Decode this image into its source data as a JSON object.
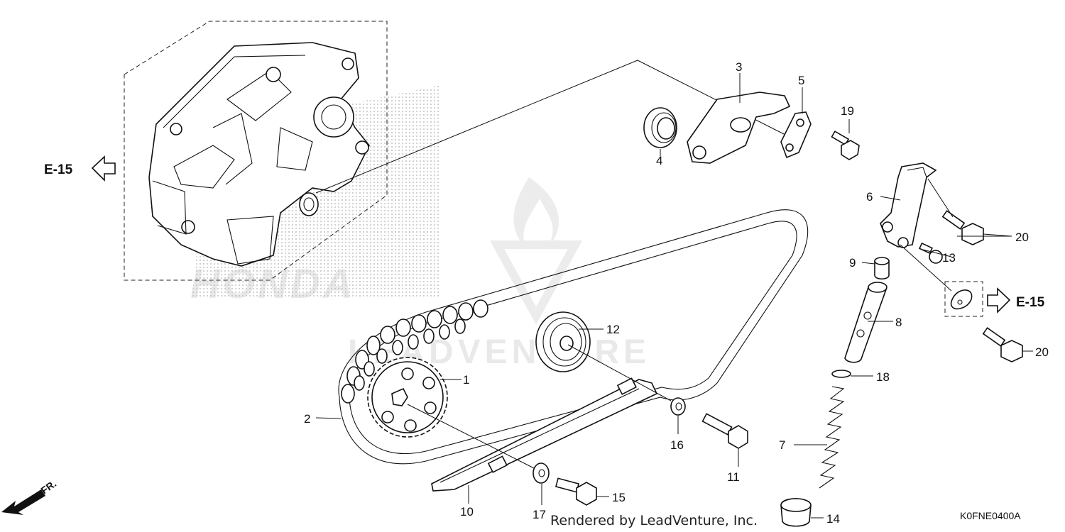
{
  "diagram": {
    "parts": [
      {
        "id": "1",
        "label": "1"
      },
      {
        "id": "2",
        "label": "2"
      },
      {
        "id": "3",
        "label": "3"
      },
      {
        "id": "4",
        "label": "4"
      },
      {
        "id": "5",
        "label": "5"
      },
      {
        "id": "6",
        "label": "6"
      },
      {
        "id": "7",
        "label": "7"
      },
      {
        "id": "8",
        "label": "8"
      },
      {
        "id": "9",
        "label": "9"
      },
      {
        "id": "10",
        "label": "10"
      },
      {
        "id": "11",
        "label": "11"
      },
      {
        "id": "12",
        "label": "12"
      },
      {
        "id": "13",
        "label": "13"
      },
      {
        "id": "14",
        "label": "14"
      },
      {
        "id": "15",
        "label": "15"
      },
      {
        "id": "16",
        "label": "16"
      },
      {
        "id": "17",
        "label": "17"
      },
      {
        "id": "18",
        "label": "18"
      },
      {
        "id": "19",
        "label": "19"
      },
      {
        "id": "20a",
        "label": "20"
      },
      {
        "id": "20b",
        "label": "20"
      }
    ],
    "references": {
      "left": "E-15",
      "right": "E-15"
    },
    "front_marker": "FR.",
    "diagram_code": "K0FNE0400A",
    "credit": "Rendered by LeadVenture, Inc.",
    "watermarks": {
      "brand": "HONDA",
      "dealer": "LEADVENTURE"
    }
  }
}
